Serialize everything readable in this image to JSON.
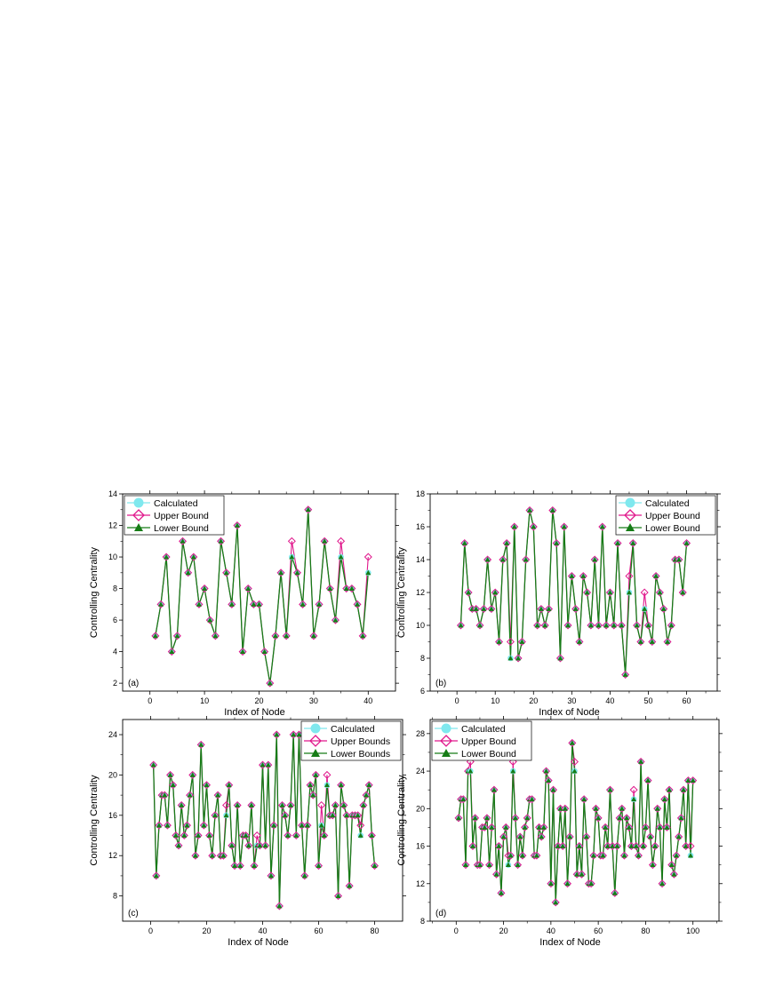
{
  "chart_data": [
    {
      "type": "line",
      "panel_label": "(a)",
      "xlabel": "Index of Node",
      "ylabel": "Controlling Centrality",
      "xlim": [
        -5,
        45
      ],
      "ylim": [
        1.5,
        14
      ],
      "xticks": [
        0,
        10,
        20,
        30,
        40
      ],
      "yticks": [
        2,
        4,
        6,
        8,
        10,
        12,
        14
      ],
      "legend_position": "top-left",
      "x": [
        1,
        2,
        3,
        4,
        5,
        6,
        7,
        8,
        9,
        10,
        11,
        12,
        13,
        14,
        15,
        16,
        17,
        18,
        19,
        20,
        21,
        22,
        23,
        24,
        25,
        26,
        27,
        28,
        29,
        30,
        31,
        32,
        33,
        34,
        35,
        36,
        37,
        38,
        39,
        40
      ],
      "series": [
        {
          "name": "Calculated",
          "values": [
            5,
            7,
            10,
            4,
            5,
            11,
            9,
            10,
            7,
            8,
            6,
            5,
            11,
            9,
            7,
            12,
            4,
            8,
            7,
            7,
            4,
            2,
            5,
            9,
            5,
            10,
            9,
            7,
            13,
            5,
            7,
            11,
            8,
            6,
            10,
            8,
            8,
            7,
            5,
            9
          ]
        },
        {
          "name": "Upper Bound",
          "values": [
            5,
            7,
            10,
            4,
            5,
            11,
            9,
            10,
            7,
            8,
            6,
            5,
            11,
            9,
            7,
            12,
            4,
            8,
            7,
            7,
            4,
            2,
            5,
            9,
            5,
            11,
            9,
            7,
            13,
            5,
            7,
            11,
            8,
            6,
            11,
            8,
            8,
            7,
            5,
            10
          ]
        },
        {
          "name": "Lower Bound",
          "values": [
            5,
            7,
            10,
            4,
            5,
            11,
            9,
            10,
            7,
            8,
            6,
            5,
            11,
            9,
            7,
            12,
            4,
            8,
            7,
            7,
            4,
            2,
            5,
            9,
            5,
            10,
            9,
            7,
            13,
            5,
            7,
            11,
            8,
            6,
            10,
            8,
            8,
            7,
            5,
            9
          ]
        }
      ]
    },
    {
      "type": "line",
      "panel_label": "(b)",
      "xlabel": "Index of Node",
      "ylabel": "Controlling Centrality",
      "xlim": [
        -7,
        68
      ],
      "ylim": [
        6,
        18
      ],
      "xticks": [
        0,
        10,
        20,
        30,
        40,
        50,
        60
      ],
      "yticks": [
        6,
        8,
        10,
        12,
        14,
        16,
        18
      ],
      "legend_position": "top-right",
      "x": [
        1,
        2,
        3,
        4,
        5,
        6,
        7,
        8,
        9,
        10,
        11,
        12,
        13,
        14,
        15,
        16,
        17,
        18,
        19,
        20,
        21,
        22,
        23,
        24,
        25,
        26,
        27,
        28,
        29,
        30,
        31,
        32,
        33,
        34,
        35,
        36,
        37,
        38,
        39,
        40,
        41,
        42,
        43,
        44,
        45,
        46,
        47,
        48,
        49,
        50,
        51,
        52,
        53,
        54,
        55,
        56,
        57,
        58,
        59,
        60
      ],
      "series": [
        {
          "name": "Calculated",
          "values": [
            10,
            15,
            12,
            11,
            11,
            10,
            11,
            14,
            11,
            12,
            9,
            14,
            15,
            8,
            16,
            8,
            9,
            14,
            17,
            16,
            10,
            11,
            10,
            11,
            17,
            15,
            8,
            16,
            10,
            13,
            11,
            9,
            13,
            12,
            10,
            14,
            10,
            16,
            10,
            12,
            10,
            15,
            10,
            7,
            12,
            15,
            10,
            9,
            11,
            10,
            9,
            13,
            12,
            11,
            9,
            10,
            14,
            14,
            12,
            15
          ]
        },
        {
          "name": "Upper Bound",
          "values": [
            10,
            15,
            12,
            11,
            11,
            10,
            11,
            14,
            11,
            12,
            9,
            14,
            15,
            9,
            16,
            8,
            9,
            14,
            17,
            16,
            10,
            11,
            10,
            11,
            17,
            15,
            8,
            16,
            10,
            13,
            11,
            9,
            13,
            12,
            10,
            14,
            10,
            16,
            10,
            12,
            10,
            15,
            10,
            7,
            13,
            15,
            10,
            9,
            12,
            10,
            9,
            13,
            12,
            11,
            9,
            10,
            14,
            14,
            12,
            15
          ]
        },
        {
          "name": "Lower Bound",
          "values": [
            10,
            15,
            12,
            11,
            11,
            10,
            11,
            14,
            11,
            12,
            9,
            14,
            15,
            8,
            16,
            8,
            9,
            14,
            17,
            16,
            10,
            11,
            10,
            11,
            17,
            15,
            8,
            16,
            10,
            13,
            11,
            9,
            13,
            12,
            10,
            14,
            10,
            16,
            10,
            12,
            10,
            15,
            10,
            7,
            12,
            15,
            10,
            9,
            11,
            10,
            9,
            13,
            12,
            11,
            9,
            10,
            14,
            14,
            12,
            15
          ]
        }
      ]
    },
    {
      "type": "line",
      "panel_label": "(c)",
      "xlabel": "Index of Node",
      "ylabel": "Controlling Centrality",
      "xlim": [
        -10,
        90
      ],
      "ylim": [
        5.5,
        25.5
      ],
      "xticks": [
        0,
        20,
        40,
        60,
        80
      ],
      "yticks": [
        8,
        12,
        16,
        20,
        24
      ],
      "legend_position": "top-right",
      "x": [
        1,
        2,
        3,
        4,
        5,
        6,
        7,
        8,
        9,
        10,
        11,
        12,
        13,
        14,
        15,
        16,
        17,
        18,
        19,
        20,
        21,
        22,
        23,
        24,
        25,
        26,
        27,
        28,
        29,
        30,
        31,
        32,
        33,
        34,
        35,
        36,
        37,
        38,
        39,
        40,
        41,
        42,
        43,
        44,
        45,
        46,
        47,
        48,
        49,
        50,
        51,
        52,
        53,
        54,
        55,
        56,
        57,
        58,
        59,
        60,
        61,
        62,
        63,
        64,
        65,
        66,
        67,
        68,
        69,
        70,
        71,
        72,
        73,
        74,
        75,
        76,
        77,
        78,
        79,
        80
      ],
      "series": [
        {
          "name": "Calculated",
          "values": [
            21,
            10,
            15,
            18,
            18,
            15,
            20,
            19,
            14,
            13,
            17,
            14,
            15,
            18,
            20,
            12,
            14,
            23,
            15,
            19,
            14,
            12,
            16,
            18,
            12,
            12,
            16,
            19,
            13,
            11,
            17,
            11,
            14,
            14,
            13,
            17,
            11,
            13,
            13,
            21,
            13,
            21,
            10,
            15,
            24,
            7,
            17,
            16,
            14,
            17,
            24,
            14,
            24,
            15,
            10,
            15,
            19,
            18,
            20,
            11,
            15,
            14,
            19,
            16,
            16,
            17,
            8,
            19,
            17,
            16,
            9,
            16,
            16,
            16,
            14,
            17,
            18,
            19,
            14,
            11
          ]
        },
        {
          "name": "Upper Bounds",
          "values": [
            21,
            10,
            15,
            18,
            18,
            15,
            20,
            19,
            14,
            13,
            17,
            14,
            15,
            18,
            20,
            12,
            14,
            23,
            15,
            19,
            14,
            12,
            16,
            18,
            12,
            12,
            17,
            19,
            13,
            11,
            17,
            11,
            14,
            14,
            13,
            17,
            11,
            14,
            13,
            21,
            13,
            21,
            10,
            15,
            24,
            7,
            17,
            16,
            14,
            17,
            24,
            14,
            24,
            15,
            10,
            15,
            19,
            18,
            20,
            11,
            17,
            14,
            20,
            16,
            16,
            17,
            8,
            19,
            17,
            16,
            9,
            16,
            16,
            16,
            15,
            17,
            18,
            19,
            14,
            11
          ]
        },
        {
          "name": "Lower Bounds",
          "values": [
            21,
            10,
            15,
            18,
            18,
            15,
            20,
            19,
            14,
            13,
            17,
            14,
            15,
            18,
            20,
            12,
            14,
            23,
            15,
            19,
            14,
            12,
            16,
            18,
            12,
            12,
            16,
            19,
            13,
            11,
            17,
            11,
            14,
            14,
            13,
            17,
            11,
            13,
            13,
            21,
            13,
            21,
            10,
            15,
            24,
            7,
            17,
            16,
            14,
            17,
            24,
            14,
            24,
            15,
            10,
            15,
            19,
            18,
            20,
            11,
            15,
            14,
            19,
            16,
            16,
            17,
            8,
            19,
            17,
            16,
            9,
            16,
            16,
            16,
            14,
            17,
            18,
            19,
            14,
            11
          ]
        }
      ]
    },
    {
      "type": "line",
      "panel_label": "(d)",
      "xlabel": "Index of Node",
      "ylabel": "Controlling Centrality",
      "xlim": [
        -11,
        111
      ],
      "ylim": [
        8,
        29.5
      ],
      "xticks": [
        0,
        20,
        40,
        60,
        80,
        100
      ],
      "yticks": [
        8,
        12,
        16,
        20,
        24,
        28
      ],
      "legend_position": "top-left",
      "x": [
        1,
        2,
        3,
        4,
        5,
        6,
        7,
        8,
        9,
        10,
        11,
        12,
        13,
        14,
        15,
        16,
        17,
        18,
        19,
        20,
        21,
        22,
        23,
        24,
        25,
        26,
        27,
        28,
        29,
        30,
        31,
        32,
        33,
        34,
        35,
        36,
        37,
        38,
        39,
        40,
        41,
        42,
        43,
        44,
        45,
        46,
        47,
        48,
        49,
        50,
        51,
        52,
        53,
        54,
        55,
        56,
        57,
        58,
        59,
        60,
        61,
        62,
        63,
        64,
        65,
        66,
        67,
        68,
        69,
        70,
        71,
        72,
        73,
        74,
        75,
        76,
        77,
        78,
        79,
        80,
        81,
        82,
        83,
        84,
        85,
        86,
        87,
        88,
        89,
        90,
        91,
        92,
        93,
        94,
        95,
        96,
        97,
        98,
        99,
        100
      ],
      "series": [
        {
          "name": "Calculated",
          "values": [
            19,
            21,
            21,
            14,
            24,
            24,
            16,
            19,
            14,
            14,
            18,
            18,
            19,
            14,
            18,
            22,
            13,
            16,
            11,
            17,
            18,
            14,
            15,
            24,
            19,
            14,
            17,
            15,
            18,
            19,
            21,
            21,
            15,
            15,
            18,
            17,
            18,
            24,
            23,
            12,
            22,
            10,
            16,
            20,
            16,
            20,
            12,
            17,
            27,
            24,
            13,
            16,
            13,
            21,
            17,
            12,
            12,
            15,
            20,
            19,
            15,
            15,
            18,
            16,
            22,
            16,
            11,
            16,
            19,
            20,
            15,
            19,
            18,
            16,
            21,
            16,
            15,
            25,
            16,
            18,
            23,
            17,
            14,
            16,
            20,
            18,
            12,
            21,
            18,
            22,
            14,
            13,
            15,
            17,
            19,
            22,
            16,
            23,
            15,
            23
          ]
        },
        {
          "name": "Upper Bound",
          "values": [
            19,
            21,
            21,
            14,
            24,
            25,
            16,
            19,
            14,
            14,
            18,
            18,
            19,
            14,
            18,
            22,
            13,
            16,
            11,
            17,
            18,
            15,
            15,
            25,
            19,
            14,
            17,
            15,
            18,
            19,
            21,
            21,
            15,
            15,
            18,
            17,
            18,
            24,
            23,
            12,
            22,
            10,
            16,
            20,
            16,
            20,
            12,
            17,
            27,
            25,
            13,
            16,
            13,
            21,
            17,
            12,
            12,
            15,
            20,
            19,
            15,
            15,
            18,
            16,
            22,
            16,
            11,
            16,
            19,
            20,
            15,
            19,
            18,
            16,
            22,
            16,
            15,
            25,
            16,
            18,
            23,
            17,
            14,
            16,
            20,
            18,
            12,
            21,
            18,
            22,
            14,
            13,
            15,
            17,
            19,
            22,
            16,
            23,
            16,
            23
          ]
        },
        {
          "name": "Lower Bound",
          "values": [
            19,
            21,
            21,
            14,
            24,
            24,
            16,
            19,
            14,
            14,
            18,
            18,
            19,
            14,
            18,
            22,
            13,
            16,
            11,
            17,
            18,
            14,
            15,
            24,
            19,
            14,
            17,
            15,
            18,
            19,
            21,
            21,
            15,
            15,
            18,
            17,
            18,
            24,
            23,
            12,
            22,
            10,
            16,
            20,
            16,
            20,
            12,
            17,
            27,
            24,
            13,
            16,
            13,
            21,
            17,
            12,
            12,
            15,
            20,
            19,
            15,
            15,
            18,
            16,
            22,
            16,
            11,
            16,
            19,
            20,
            15,
            19,
            18,
            16,
            21,
            16,
            15,
            25,
            16,
            18,
            23,
            17,
            14,
            16,
            20,
            18,
            12,
            21,
            18,
            22,
            14,
            13,
            15,
            17,
            19,
            22,
            16,
            23,
            15,
            23
          ]
        }
      ]
    }
  ],
  "colors": {
    "calculated": "#7fe8ee",
    "upper_bound": "#e0188c",
    "lower_bound": "#167c16",
    "axis": "#000000"
  }
}
